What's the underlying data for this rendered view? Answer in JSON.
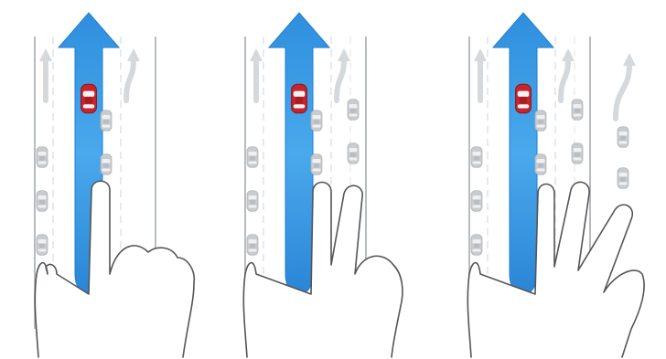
{
  "colors": {
    "background": "#ffffff",
    "lane_arrow": "#3aa1e8",
    "lane_arrow_dark": "#1f7fcf",
    "own_car": "#c8242b",
    "other_car": "#c9cccf",
    "road_line": "#b7bcc1",
    "hand_outline": "#555555"
  },
  "panels": [
    {
      "gesture": "one-finger",
      "finger_count": 1
    },
    {
      "gesture": "two-finger",
      "finger_count": 2
    },
    {
      "gesture": "three-finger",
      "finger_count": 3
    }
  ]
}
